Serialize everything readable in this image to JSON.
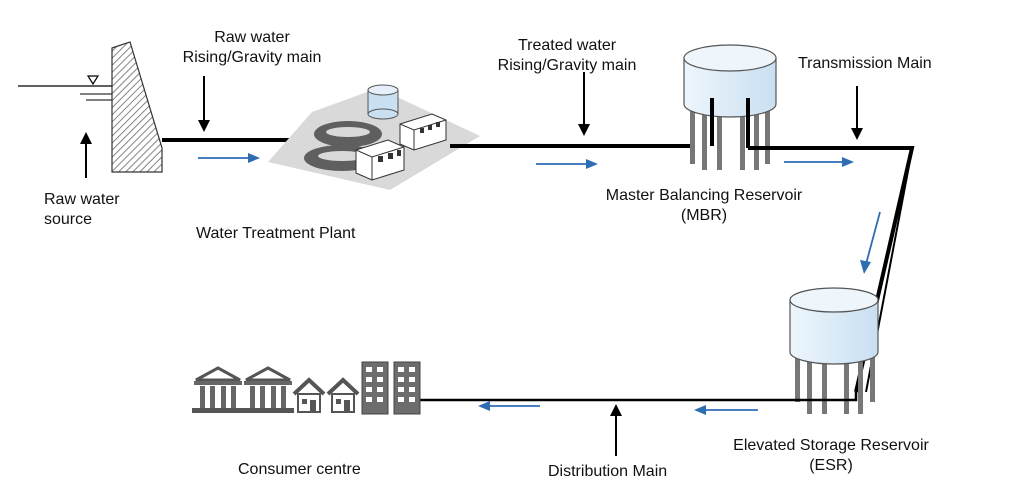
{
  "labels": {
    "raw_main_line1": "Raw water",
    "raw_main_line2": "Rising/Gravity main",
    "raw_source_line1": "Raw water",
    "raw_source_line2": "source",
    "wtp": "Water Treatment Plant",
    "treated_main_line1": "Treated water",
    "treated_main_line2": "Rising/Gravity main",
    "mbr_line1": "Master Balancing Reservoir",
    "mbr_line2": "(MBR)",
    "transmission_main": "Transmission Main",
    "esr_line1": "Elevated Storage Reservoir",
    "esr_line2": "(ESR)",
    "distribution_main": "Distribution Main",
    "consumer_centre": "Consumer centre"
  },
  "colors": {
    "pipe": "#000000",
    "flow_arrow": "#2e6db4",
    "tank_fill": "#dbeaf7",
    "plant_pad": "#d9d9d9",
    "dam_hatch": "#666666"
  },
  "icons": [
    "dam-icon",
    "water-treatment-plant-icon",
    "water-tank-icon",
    "public-building-icon",
    "house-icon",
    "apartment-block-icon"
  ]
}
